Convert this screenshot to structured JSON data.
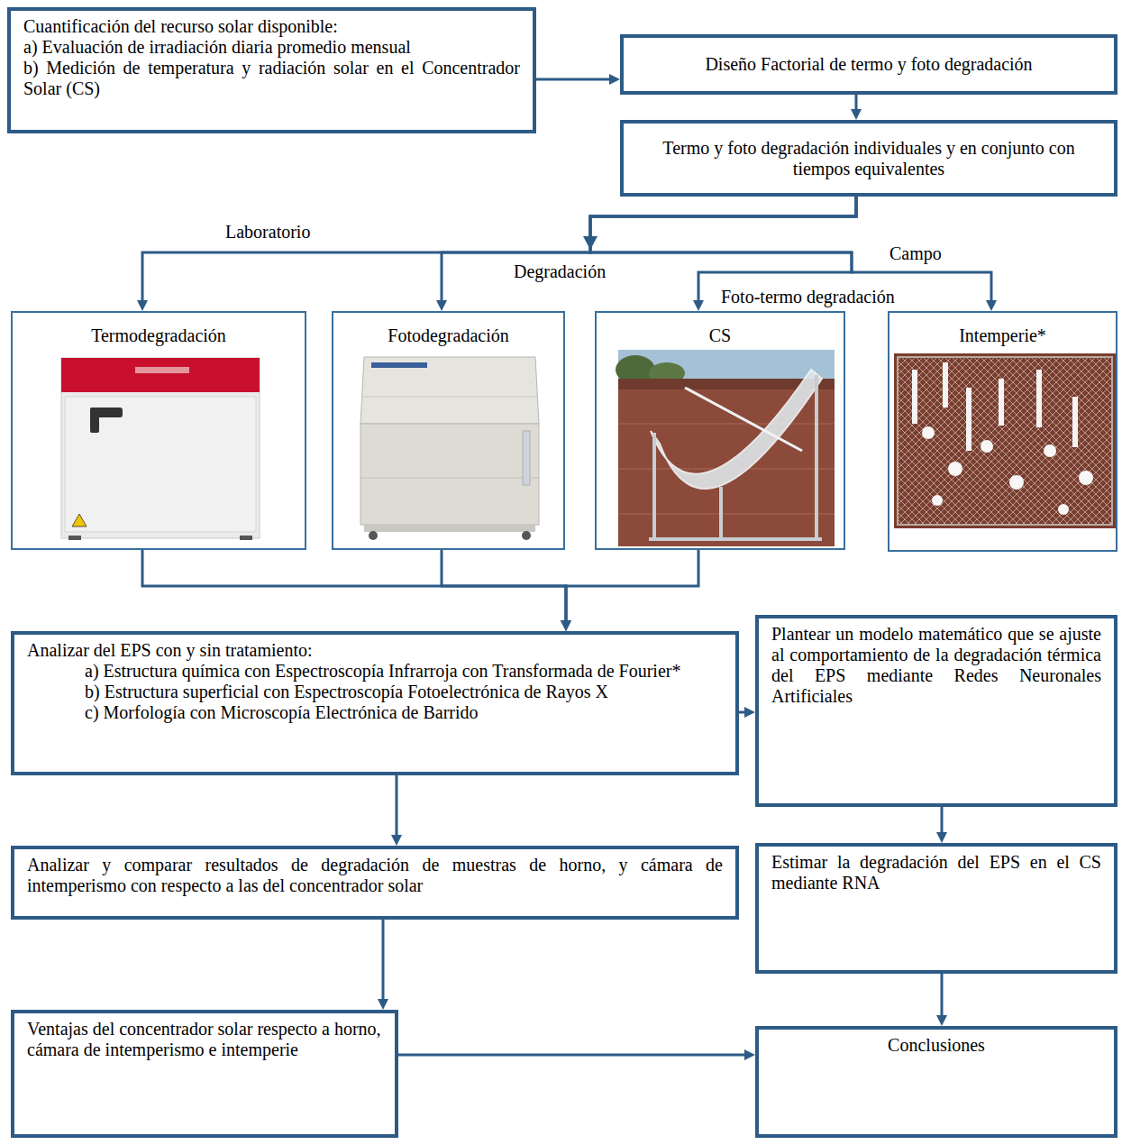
{
  "diagram": {
    "nodes": [
      {
        "text": [
          "Cuantificación del recurso solar disponible:",
          "a) Evaluación de irradiación diaria promedio mensual",
          "b) Medición de temperatura y radiación solar en el Concentrador Solar (CS)"
        ]
      },
      {
        "text": [
          "Diseño Factorial de termo y foto degradación"
        ]
      },
      {
        "text": [
          "Termo y foto degradación individuales y en conjunto con tiempos equivalentes"
        ]
      },
      {
        "text": [
          "Termodegradación"
        ]
      },
      {
        "text": [
          "Fotodegradación"
        ]
      },
      {
        "text": [
          "CS"
        ]
      },
      {
        "text": [
          "Intemperie*"
        ]
      },
      {
        "text": [
          "Analizar del EPS con y sin tratamiento:",
          "a) Estructura química con Espectroscopía Infrarroja con Transformada de Fourier*",
          "b) Estructura superficial con Espectroscopía Fotoelectrónica de Rayos X",
          "c) Morfología con Microscopía Electrónica de Barrido"
        ]
      },
      {
        "text": [
          "Plantear un modelo matemático que se ajuste al comportamiento de la degradación térmica del EPS mediante Redes Neuronales Artificiales"
        ]
      },
      {
        "text": [
          "Analizar y comparar resultados de degradación de muestras de horno, y cámara de intemperismo con respecto a las del concentrador solar"
        ]
      },
      {
        "text": [
          "Estimar la degradación del EPS en el CS mediante RNA"
        ]
      },
      {
        "text": [
          "Ventajas del concentrador solar respecto a horno, cámara de intemperismo e intemperie"
        ]
      },
      {
        "text": [
          "Conclusiones"
        ]
      }
    ],
    "edges": [
      {
        "from": 0,
        "to": 1,
        "arrow": "to"
      },
      {
        "from": 1,
        "to": 2,
        "arrow": "to"
      },
      {
        "from": 2,
        "to": 3,
        "arrow": "to"
      },
      {
        "from": 2,
        "to": 4,
        "arrow": "to"
      },
      {
        "from": 2,
        "to": 5,
        "arrow": "to"
      },
      {
        "from": 2,
        "to": 6,
        "arrow": "to"
      },
      {
        "from": 3,
        "to": 7,
        "arrow": "to"
      },
      {
        "from": 4,
        "to": 7,
        "arrow": "to"
      },
      {
        "from": 5,
        "to": 7,
        "arrow": "to"
      },
      {
        "from": 7,
        "to": 8,
        "arrow": "to"
      },
      {
        "from": 7,
        "to": 9,
        "arrow": "to"
      },
      {
        "from": 8,
        "to": 10,
        "arrow": "to"
      },
      {
        "from": 9,
        "to": 11,
        "arrow": "to"
      },
      {
        "from": 10,
        "to": 12,
        "arrow": "to"
      },
      {
        "from": 11,
        "to": 12,
        "arrow": "to"
      }
    ],
    "labels": [
      "Laboratorio",
      "Degradación",
      "Campo",
      "Foto-termo degradación"
    ]
  }
}
